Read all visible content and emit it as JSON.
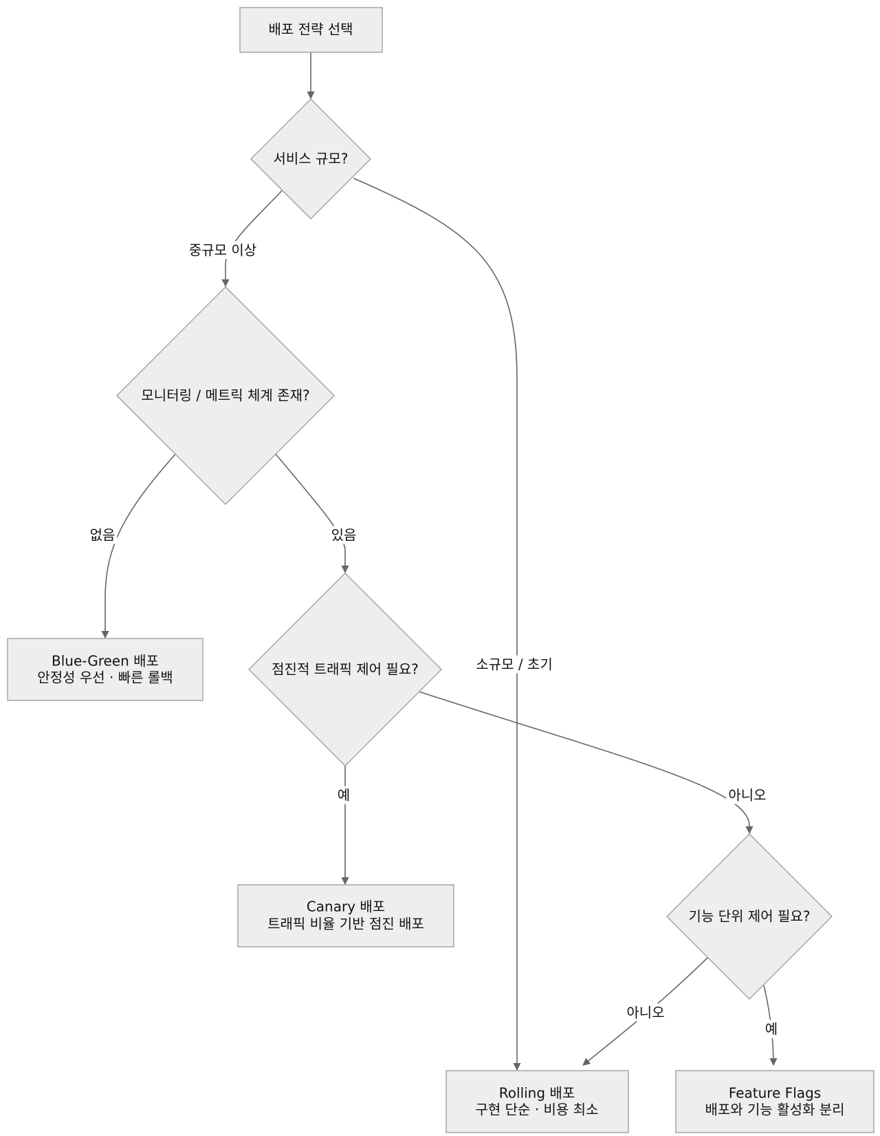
{
  "nodes": {
    "start": {
      "label": "배포 전략 선택"
    },
    "scale": {
      "label": "서비스 규모?"
    },
    "monitoring": {
      "label": "모니터링 / 메트릭 체계 존재?"
    },
    "traffic": {
      "label": "점진적 트래픽 제어 필요?"
    },
    "feature": {
      "label": "기능 단위 제어 필요?"
    },
    "bluegreen": {
      "line1": "Blue-Green 배포",
      "line2": "안정성 우선 · 빠른 롤백"
    },
    "canary": {
      "line1": "Canary 배포",
      "line2": "트래픽 비율 기반 점진 배포"
    },
    "rolling": {
      "line1": "Rolling 배포",
      "line2": "구현 단순 · 비용 최소"
    },
    "flags": {
      "line1": "Feature Flags",
      "line2": "배포와 기능 활성화 분리"
    }
  },
  "edges": {
    "start_to_scale": {
      "label": ""
    },
    "scale_to_monitoring": {
      "label": "중규모 이상"
    },
    "scale_to_rolling": {
      "label": "소규모 / 초기"
    },
    "monitoring_to_bluegreen": {
      "label": "없음"
    },
    "monitoring_to_traffic": {
      "label": "있음"
    },
    "traffic_to_canary": {
      "label": "예"
    },
    "traffic_to_feature": {
      "label": "아니오"
    },
    "feature_to_rolling": {
      "label": "아니오"
    },
    "feature_to_flags": {
      "label": "예"
    }
  }
}
